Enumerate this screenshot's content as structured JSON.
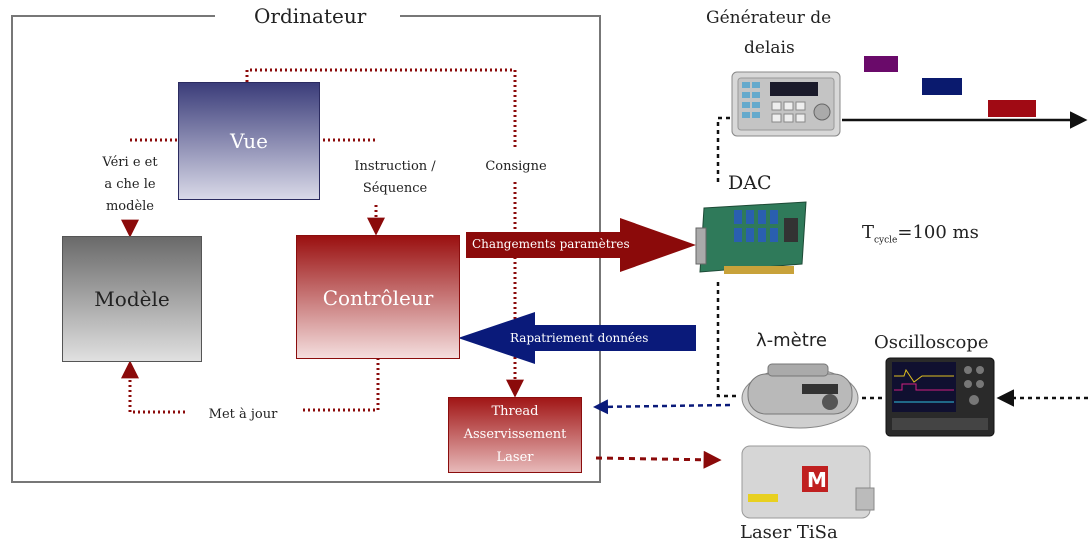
{
  "diagram": {
    "frame_title": "Ordinateur",
    "boxes": {
      "vue": "Vue",
      "modele": "Modèle",
      "controleur": "Contrôleur",
      "thread": [
        "Thread",
        "Asservissement",
        "Laser"
      ]
    },
    "labels": {
      "verifie": [
        "Véri e et",
        "a  che le",
        "modèle"
      ],
      "instruction": [
        "Instruction /",
        "Séquence"
      ],
      "consigne": "Consigne",
      "met_a_jour": "Met à jour"
    },
    "arrows": {
      "changements": "Changements paramètres",
      "rapatriement": "Rapatriement données"
    },
    "devices": {
      "generateur": [
        "Générateur de",
        "delais"
      ],
      "dac": "DAC",
      "lambda": "λ-mètre",
      "oscilloscope": "Oscilloscope",
      "laser": "Laser TiSa"
    },
    "tcycle": {
      "main": "T",
      "sub": "cycle",
      "value": "=100 ms"
    },
    "pulse_colors": [
      "#6a0a6a",
      "#0a1a6e",
      "#a00a14"
    ],
    "colors": {
      "dark_red": "#8b0a0a",
      "dark_blue": "#0a1a7a"
    }
  }
}
